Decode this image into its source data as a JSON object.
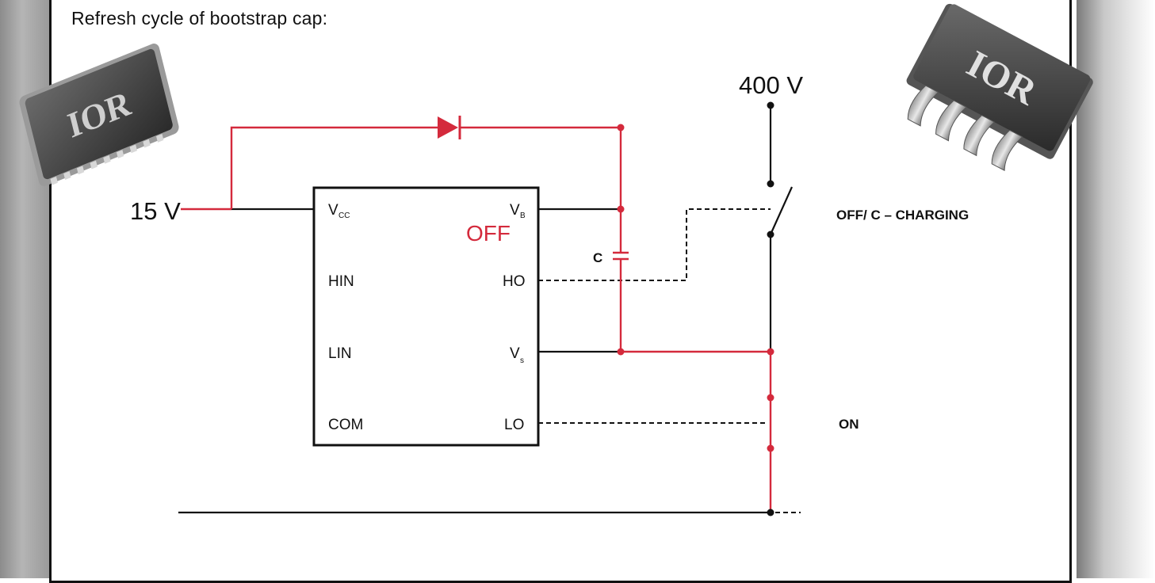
{
  "caption": "Refresh cycle of bootstrap cap:",
  "supply": {
    "vcc_source": "15 V",
    "high_voltage": "400 V"
  },
  "driver_ic": {
    "pins_left": [
      "V",
      "HIN",
      "LIN",
      "COM"
    ],
    "pin_vcc_sub": "CC",
    "pins_right": [
      "V",
      "HO",
      "V",
      "LO"
    ],
    "pin_vb_sub": "B",
    "pin_vs_sub": "s",
    "state": "OFF"
  },
  "capacitor_label": "C",
  "high_side_switch_label": "OFF/ C – CHARGING",
  "low_side_switch_label": "ON",
  "logo_text": "IOR",
  "colors": {
    "bootstrap_path": "#d42a3c",
    "wire": "#111111",
    "chip": "#3a3a3a"
  }
}
